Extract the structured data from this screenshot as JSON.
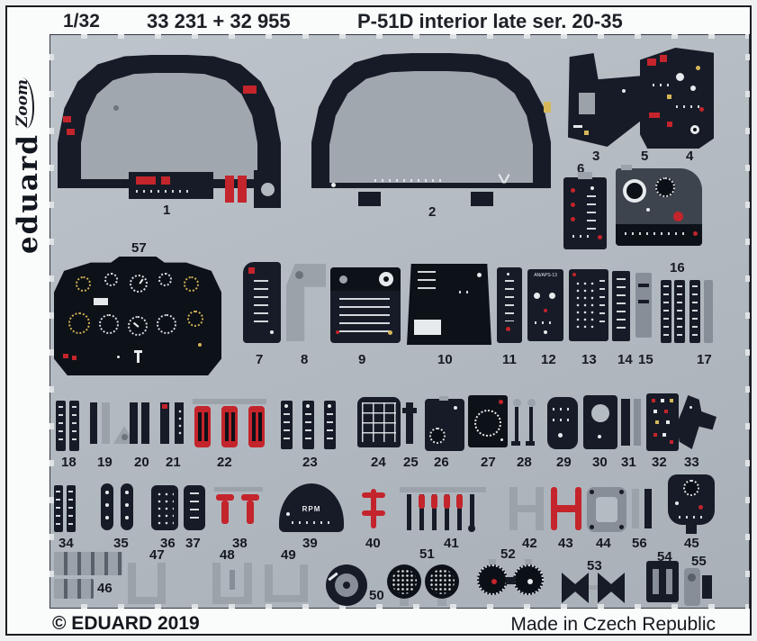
{
  "header": {
    "scale": "1/32",
    "catalog": "33 231 + 32 955",
    "title": "P-51D interior late ser. 20-35"
  },
  "sidebar": {
    "logo": "Zoom",
    "brand": "eduard"
  },
  "footer": {
    "copyright": "© EDUARD 2019",
    "made_in": "Made in Czech Republic"
  },
  "part_texts": {
    "rpm": "RPM",
    "radar": "AN/APS-13"
  },
  "part_labels": {
    "p1": "1",
    "p2": "2",
    "p3": "3",
    "p4": "4",
    "p5": "5",
    "p6": "6",
    "p7": "7",
    "p8": "8",
    "p9": "9",
    "p10": "10",
    "p11": "11",
    "p12": "12",
    "p13": "13",
    "p14": "14",
    "p15": "15",
    "p16": "16",
    "p17": "17",
    "p18": "18",
    "p19": "19",
    "p20": "20",
    "p21": "21",
    "p22": "22",
    "p23": "23",
    "p24": "24",
    "p25": "25",
    "p26": "26",
    "p27": "27",
    "p28": "28",
    "p29": "29",
    "p30": "30",
    "p31": "31",
    "p32": "32",
    "p33": "33",
    "p34": "34",
    "p35": "35",
    "p36": "36",
    "p37": "37",
    "p38": "38",
    "p39": "39",
    "p40": "40",
    "p41": "41",
    "p42": "42",
    "p43": "43",
    "p44": "44",
    "p45": "45",
    "p46": "46",
    "p47": "47",
    "p48": "48",
    "p49": "49",
    "p50": "50",
    "p51": "51",
    "p52": "52",
    "p53": "53",
    "p54": "54",
    "p55": "55",
    "p56": "56",
    "p57": "57"
  }
}
